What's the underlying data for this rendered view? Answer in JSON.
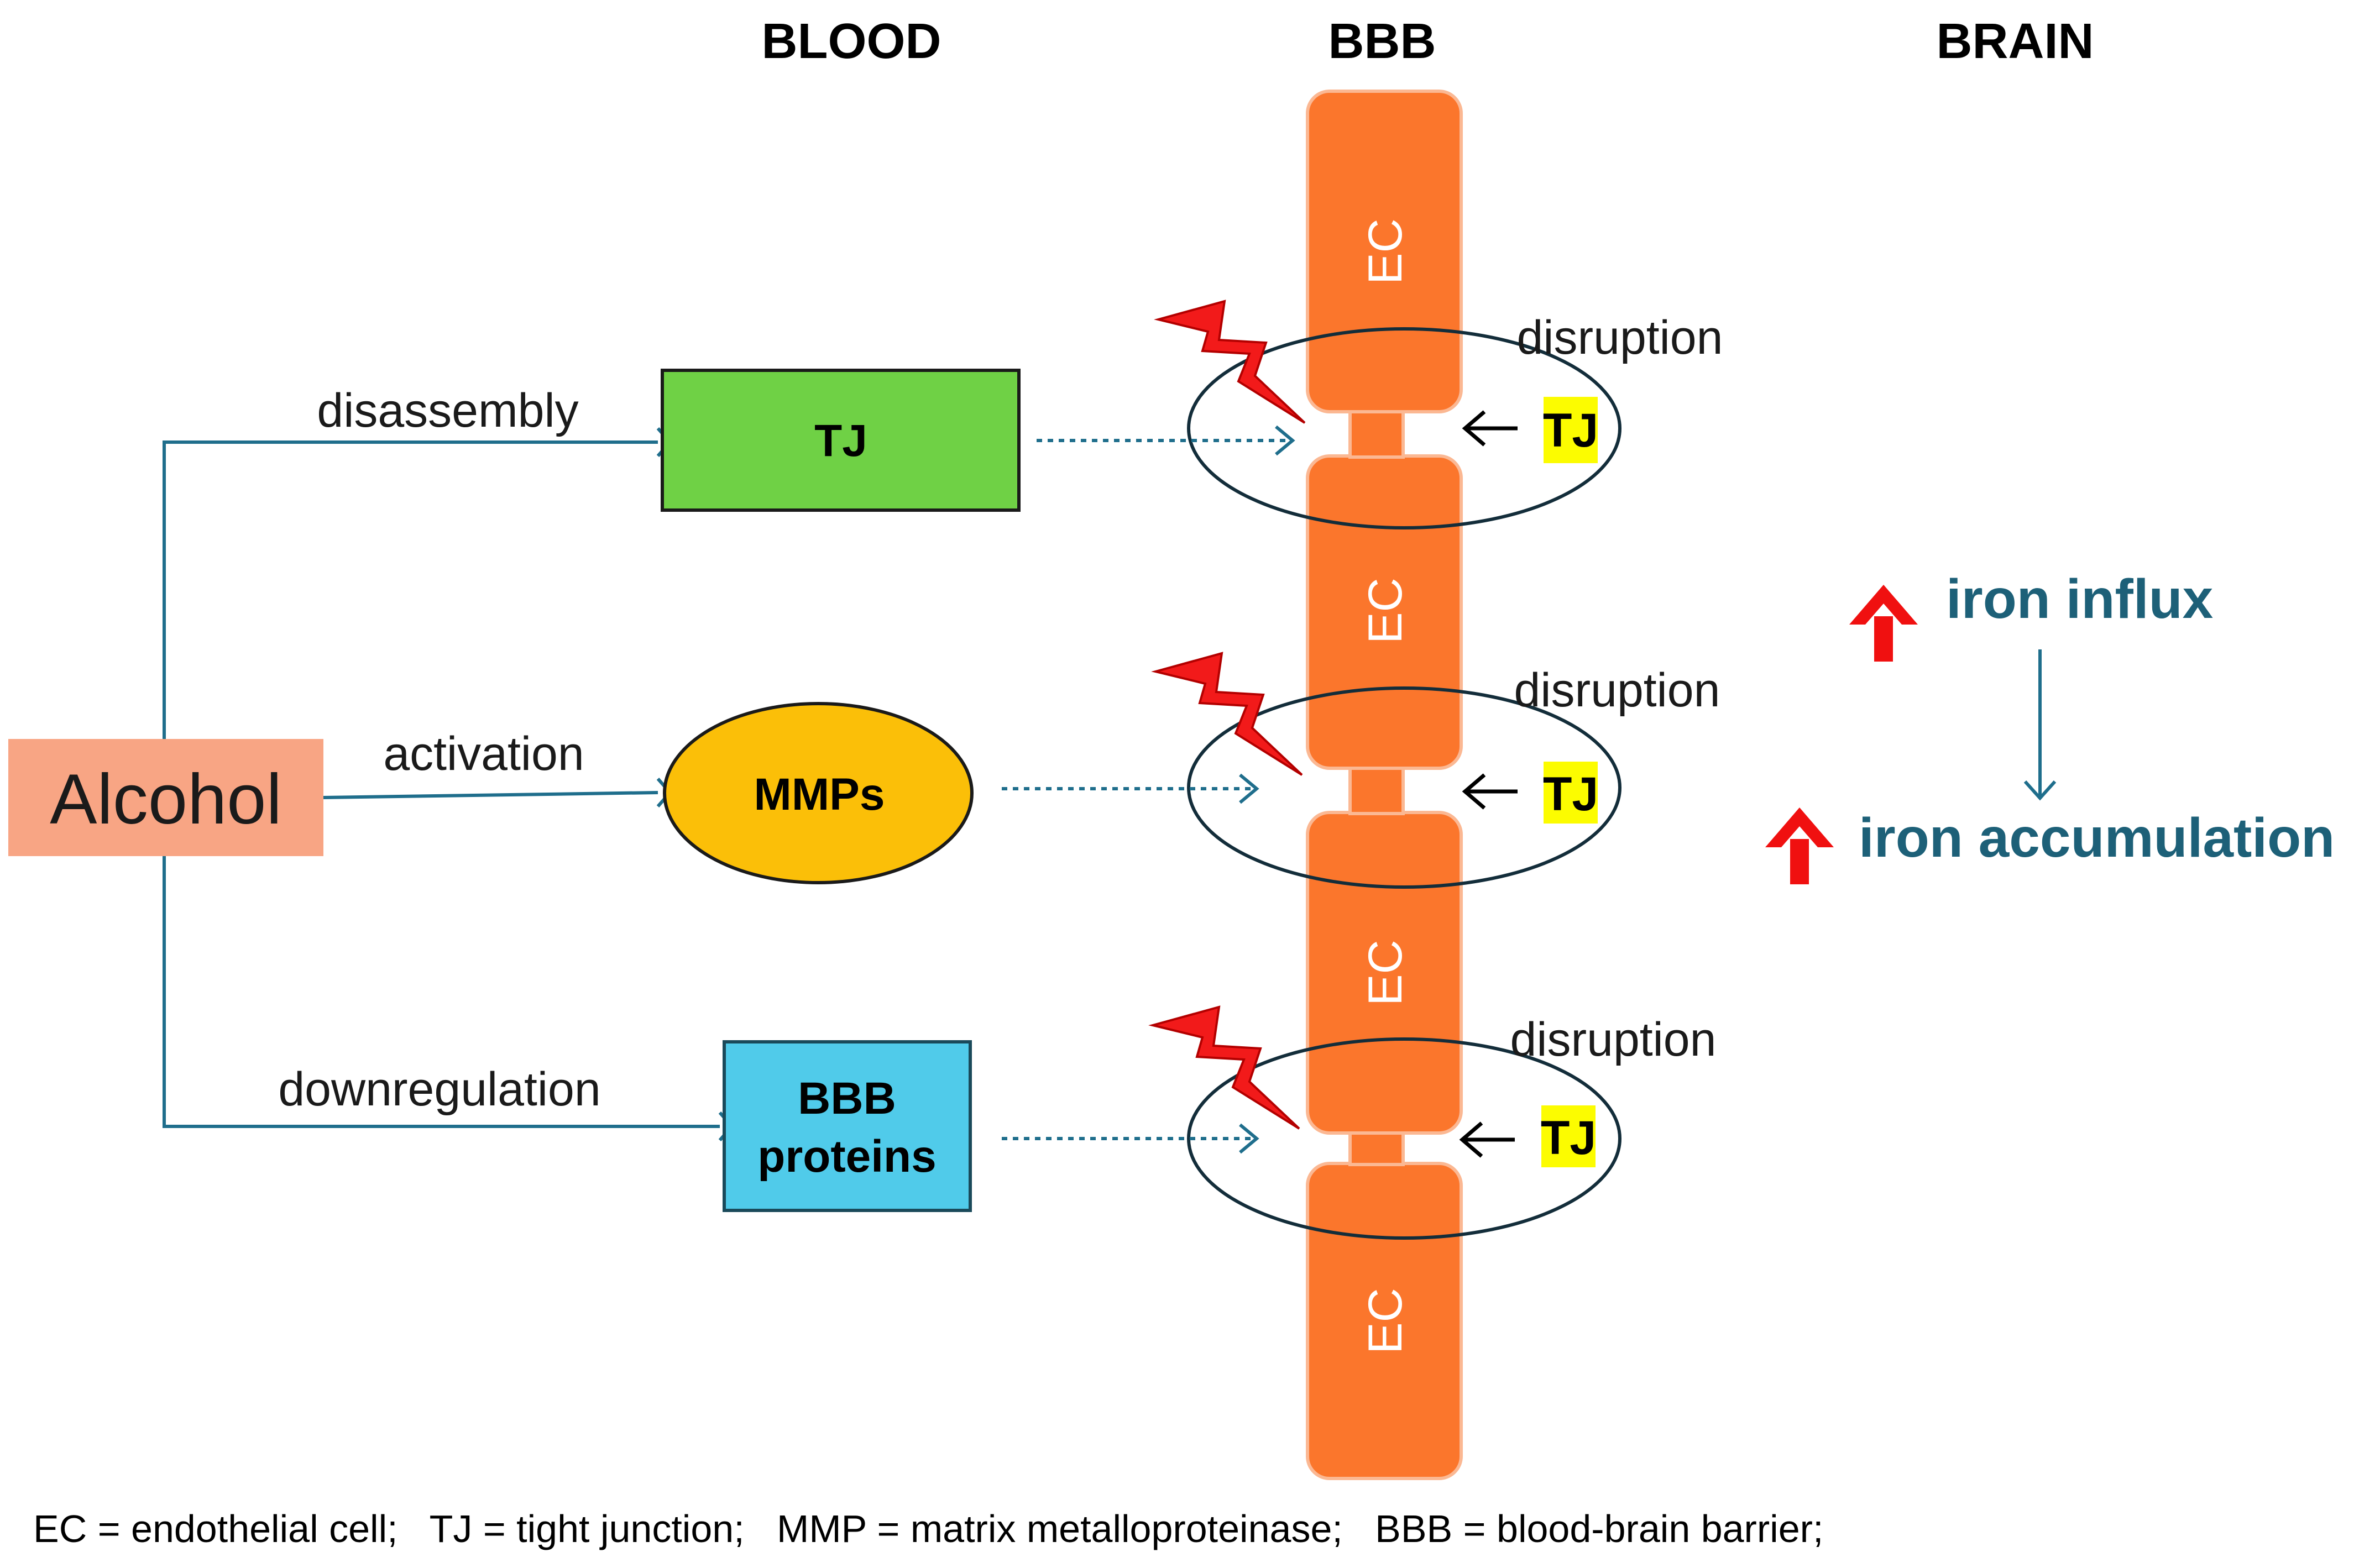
{
  "headers": {
    "blood": "BLOOD",
    "bbb": "BBB",
    "brain": "BRAIN"
  },
  "source": {
    "label": "Alcohol"
  },
  "pathways": [
    {
      "edge_label": "disassembly",
      "target_label": "TJ"
    },
    {
      "edge_label": "activation",
      "target_label": "MMPs"
    },
    {
      "edge_label": "downregulation",
      "target_label_line1": "BBB",
      "target_label_line2": "proteins"
    }
  ],
  "barrier": {
    "cell_label": "EC",
    "junction_label": "TJ",
    "effect_label": "disruption"
  },
  "brain_effects": {
    "influx": "iron influx",
    "accumulation": "iron accumulation"
  },
  "footnote": "EC = endothelial cell;   TJ = tight junction;   MMP = matrix metalloproteinase;   BBB = blood-brain barrier;",
  "colors": {
    "ec_fill": "#fb762c",
    "ec_stroke": "#fbb893",
    "tj_box": "#6fd145",
    "mmp_ellipse": "#fbbf08",
    "bbb_proteins_box": "#50cbea",
    "alcohol_box": "#f8a584",
    "tj_highlight": "#fcfc00",
    "arrow_teal": "#1f6e8c",
    "up_arrow_red": "#f01010",
    "lightning_red": "#f21a1a",
    "iron_text": "#1d6078"
  },
  "icons": {
    "damage": "lightning-icon",
    "increase": "up-arrow-icon"
  }
}
